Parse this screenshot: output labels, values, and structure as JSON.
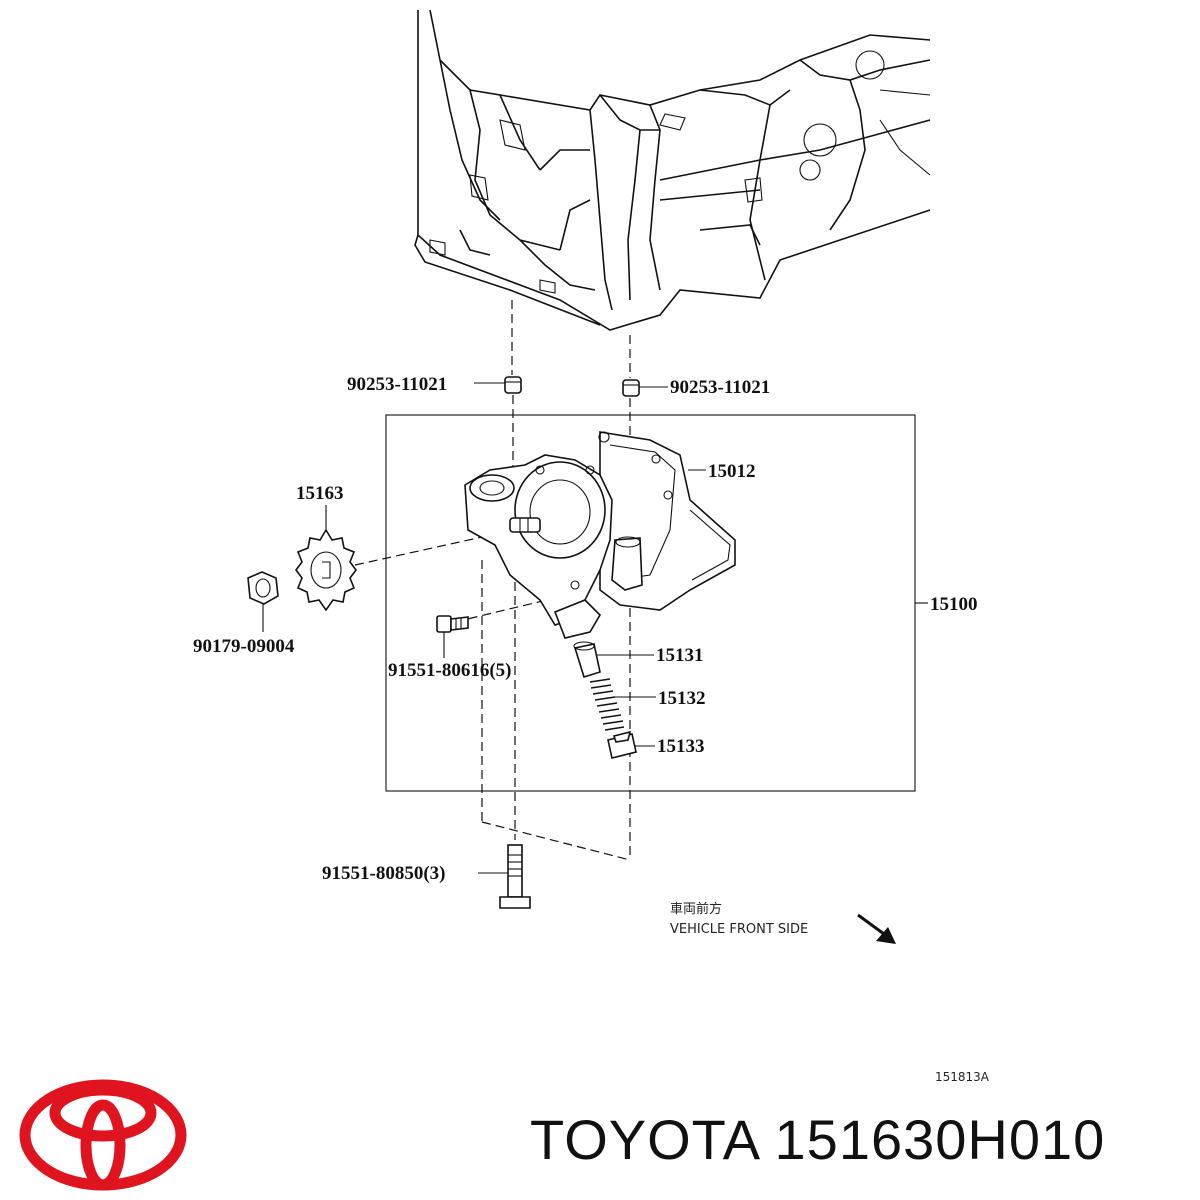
{
  "labels": {
    "bushing_left": "90253-11021",
    "bushing_right": "90253-11021",
    "pump_cover": "15012",
    "sprocket": "15163",
    "pump_assembly": "15100",
    "nut": "90179-09004",
    "bolt_small": "91551-80616(5)",
    "relief_valve": "15131",
    "spring": "15132",
    "plug": "15133",
    "bolt_long": "91551-80850(3)"
  },
  "direction_note": {
    "japanese": "車両前方",
    "english": "VEHICLE FRONT SIDE"
  },
  "illustration_ref": "151813A",
  "brand": {
    "logo": "toyota-logo",
    "logo_color": "#e0141e",
    "title": "TOYOTA 151630H010"
  }
}
